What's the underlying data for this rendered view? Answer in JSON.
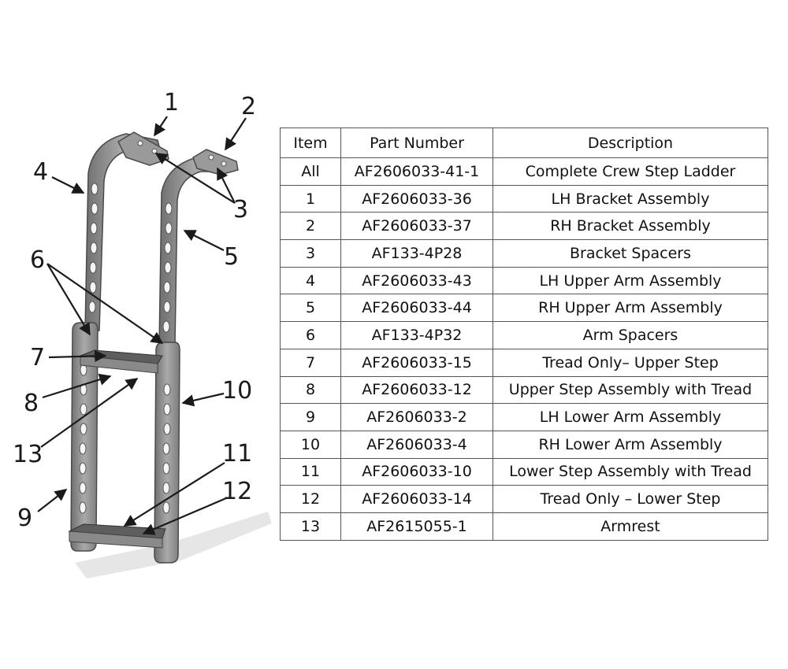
{
  "callouts": [
    "1",
    "2",
    "3",
    "4",
    "5",
    "6",
    "7",
    "8",
    "9",
    "10",
    "11",
    "12",
    "13"
  ],
  "table": {
    "headers": {
      "item": "Item",
      "part": "Part Number",
      "desc": "Description"
    },
    "rows": [
      {
        "item": "All",
        "part": "AF2606033-41-1",
        "desc": "Complete Crew Step Ladder"
      },
      {
        "item": "1",
        "part": "AF2606033-36",
        "desc": "LH Bracket Assembly"
      },
      {
        "item": "2",
        "part": "AF2606033-37",
        "desc": "RH Bracket Assembly"
      },
      {
        "item": "3",
        "part": "AF133-4P28",
        "desc": "Bracket Spacers"
      },
      {
        "item": "4",
        "part": "AF2606033-43",
        "desc": "LH Upper Arm Assembly"
      },
      {
        "item": "5",
        "part": "AF2606033-44",
        "desc": "RH Upper Arm Assembly"
      },
      {
        "item": "6",
        "part": "AF133-4P32",
        "desc": "Arm Spacers"
      },
      {
        "item": "7",
        "part": "AF2606033-15",
        "desc": "Tread Only– Upper Step"
      },
      {
        "item": "8",
        "part": "AF2606033-12",
        "desc": "Upper Step Assembly with Tread"
      },
      {
        "item": "9",
        "part": "AF2606033-2",
        "desc": "LH Lower Arm Assembly"
      },
      {
        "item": "10",
        "part": "AF2606033-4",
        "desc": "RH Lower Arm Assembly"
      },
      {
        "item": "11",
        "part": "AF2606033-10",
        "desc": "Lower Step Assembly with Tread"
      },
      {
        "item": "12",
        "part": "AF2606033-14",
        "desc": "Tread Only – Lower Step"
      },
      {
        "item": "13",
        "part": "AF2615055-1",
        "desc": "Armrest"
      }
    ]
  }
}
